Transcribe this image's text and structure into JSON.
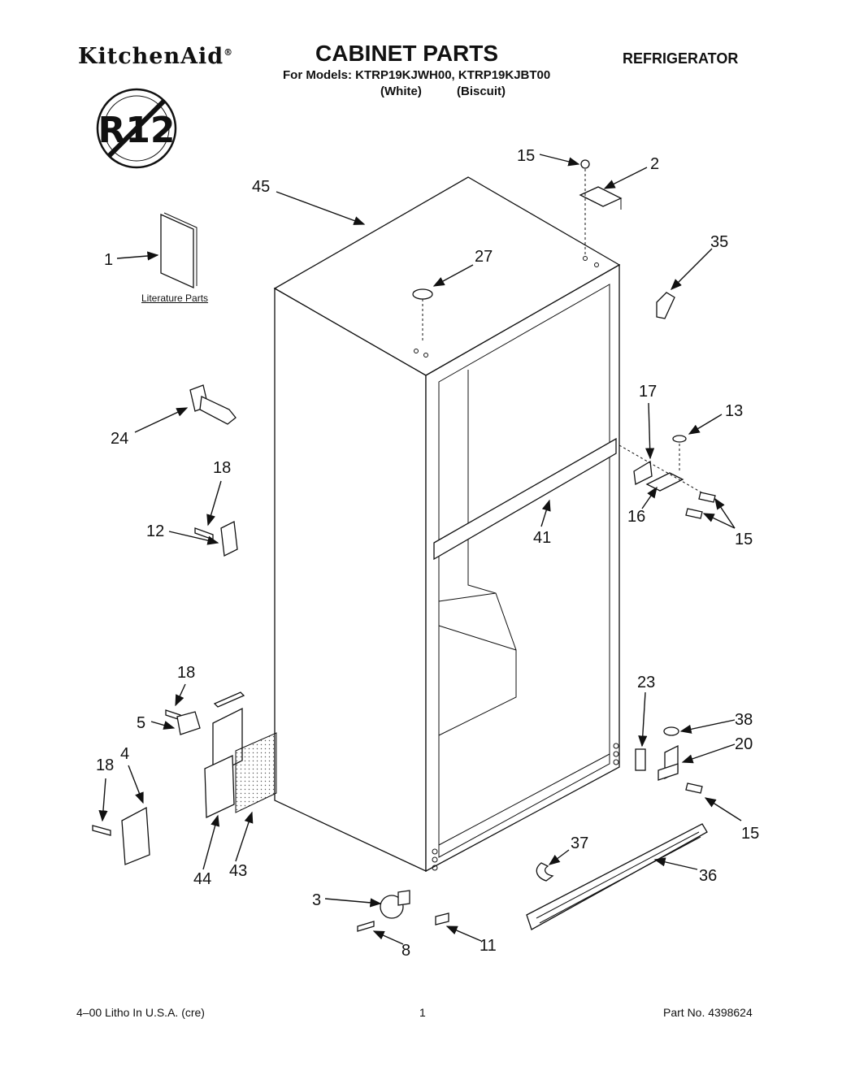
{
  "header": {
    "brand": "KitchenAid",
    "brand_mark": "®",
    "title": "CABINET PARTS",
    "appliance": "REFRIGERATOR",
    "models_line": "For Models: KTRP19KJWH00, KTRP19KJBT00",
    "variant_1": "(White)",
    "variant_2": "(Biscuit)"
  },
  "badge": {
    "text": "R12",
    "icon": "no-r12-symbol"
  },
  "literature_label": "Literature Parts",
  "callouts": {
    "c1": "1",
    "c2": "2",
    "c3": "3",
    "c4": "4",
    "c5": "5",
    "c8": "8",
    "c11": "11",
    "c12": "12",
    "c13": "13",
    "c15a": "15",
    "c15b": "15",
    "c15c": "15",
    "c16": "16",
    "c17": "17",
    "c18a": "18",
    "c18b": "18",
    "c18c": "18",
    "c20": "20",
    "c23": "23",
    "c24": "24",
    "c27": "27",
    "c35": "35",
    "c36": "36",
    "c37": "37",
    "c38": "38",
    "c41": "41",
    "c43": "43",
    "c44": "44",
    "c45": "45"
  },
  "footer": {
    "litho": "4–00 Litho In U.S.A. (cre)",
    "page": "1",
    "part_no": "Part No. 4398624"
  }
}
